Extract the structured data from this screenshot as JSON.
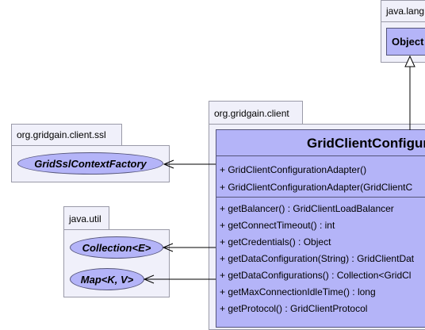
{
  "packages": {
    "java_lang": {
      "name": "java.lang",
      "classes": [
        "Object"
      ]
    },
    "gridgain_client": {
      "name": "org.gridgain.client"
    },
    "gridgain_ssl": {
      "name": "org.gridgain.client.ssl",
      "interfaces": [
        "GridSslContextFactory"
      ]
    },
    "java_util": {
      "name": "java.util",
      "interfaces": [
        "Collection<E>",
        "Map<K, V>"
      ]
    }
  },
  "main_class": {
    "name": "GridClientConfigur",
    "constructors": [
      "+ GridClientConfigurationAdapter()",
      "+ GridClientConfigurationAdapter(GridClientC"
    ],
    "methods": [
      "+ getBalancer() : GridClientLoadBalancer",
      "+ getConnectTimeout() : int",
      "+ getCredentials() : Object",
      "+ getDataConfiguration(String) : GridClientDat",
      "+ getDataConfigurations() : Collection<GridCl",
      "+ getMaxConnectionIdleTime() : long",
      "+ getProtocol() : GridClientProtocol"
    ]
  },
  "colors": {
    "class_fill": "#b4b4f8",
    "package_fill": "#f0f0fa",
    "border": "#55557a"
  }
}
